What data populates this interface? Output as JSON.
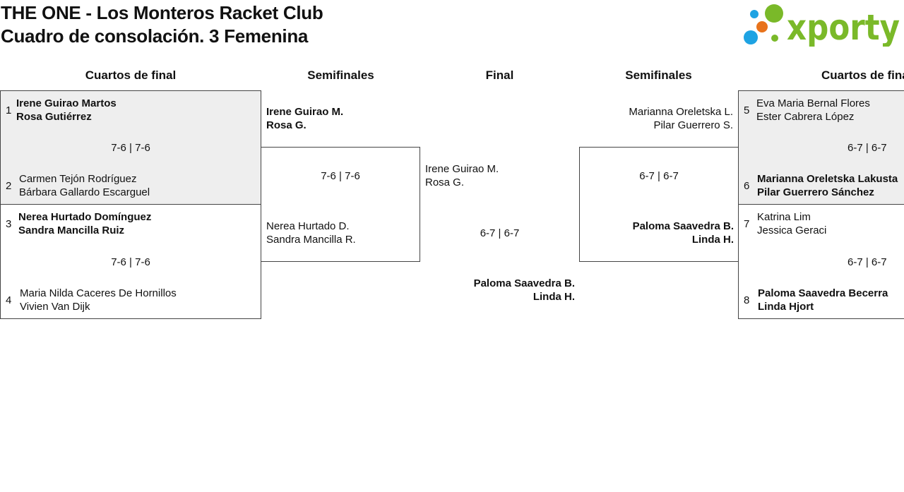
{
  "header": {
    "title_line1": "THE ONE - Los Monteros Racket Club",
    "title_line2": "Cuadro de consolación. 3 Femenina"
  },
  "logo": {
    "text": "xporty",
    "color": "#7ab929"
  },
  "rounds": {
    "left_qf": "Cuartos de final",
    "left_sf": "Semifinales",
    "final": "Final",
    "right_sf": "Semifinales",
    "right_qf": "Cuartos de final"
  },
  "left_qf": {
    "m1": {
      "seed_a": "1",
      "a1": "Irene Guirao Martos",
      "a2": "Rosa Gutiérrez",
      "score": "7-6 | 7-6",
      "seed_b": "2",
      "b1": "Carmen Tejón Rodríguez",
      "b2": "Bárbara Gallardo Escarguel"
    },
    "m2": {
      "seed_a": "3",
      "a1": "Nerea Hurtado Domínguez",
      "a2": "Sandra Mancilla Ruiz",
      "score": "7-6 | 7-6",
      "seed_b": "4",
      "b1": "Maria Nilda Caceres De Hornillos",
      "b2": "Vivien Van Dijk"
    }
  },
  "left_sf": {
    "a1": "Irene Guirao M.",
    "a2": "Rosa G.",
    "score": "7-6 | 7-6",
    "b1": "Nerea Hurtado D.",
    "b2": "Sandra Mancilla R."
  },
  "final": {
    "a1": "Irene Guirao M.",
    "a2": "Rosa G.",
    "score": "6-7 | 6-7",
    "b1": "Paloma Saavedra B.",
    "b2": "Linda H."
  },
  "right_sf": {
    "a1": "Marianna Oreletska L.",
    "a2": "Pilar Guerrero S.",
    "score": "6-7 | 6-7",
    "b1": "Paloma Saavedra B.",
    "b2": "Linda H."
  },
  "right_qf": {
    "m1": {
      "seed_a": "5",
      "a1": "Eva Maria Bernal Flores",
      "a2": "Ester Cabrera López",
      "score": "6-7 | 6-7",
      "seed_b": "6",
      "b1": "Marianna Oreletska Lakusta",
      "b2": "Pilar Guerrero Sánchez"
    },
    "m2": {
      "seed_a": "7",
      "a1": "Katrina Lim",
      "a2": "Jessica Geraci",
      "score": "6-7 | 6-7",
      "seed_b": "8",
      "b1": "Paloma Saavedra Becerra",
      "b2": "Linda Hjort"
    }
  }
}
